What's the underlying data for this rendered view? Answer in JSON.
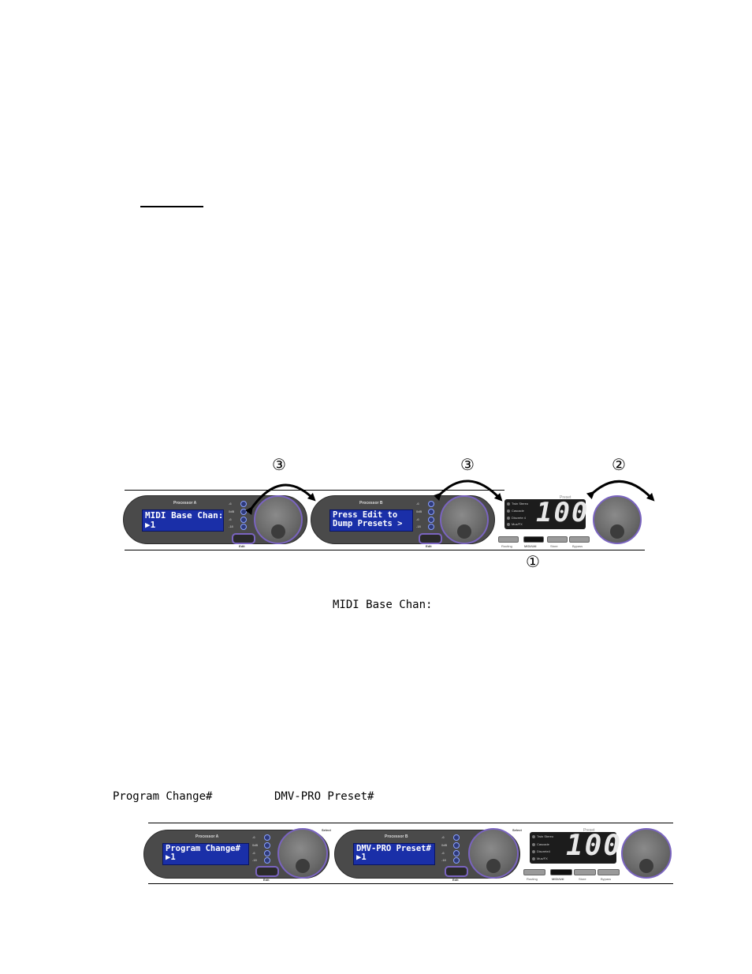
{
  "callouts": {
    "step3_a": "③",
    "step3_b": "③",
    "step2": "②",
    "step1": "①"
  },
  "strip1": {
    "processor_a": {
      "label": "Processor A",
      "lcd_line1": "MIDI Base Chan:",
      "lcd_line2": "▶1",
      "led_labels": [
        "-6",
        "0dB",
        "-6",
        "-18"
      ],
      "edit_label": "Edit"
    },
    "processor_b": {
      "label": "Processor B",
      "lcd_line1": "Press Edit to",
      "lcd_line2": "Dump Presets >",
      "led_labels": [
        "-6",
        "0dB",
        "-6",
        "-18"
      ],
      "edit_label": "Edit"
    },
    "master": {
      "options": [
        "Twin Stereo",
        "Cascade",
        "Discrete 4",
        "Mux/FX"
      ],
      "preset_label": "Preset",
      "display_value": "100",
      "buttons": [
        "Routing",
        "MIDI/Util",
        "Store",
        "Bypass"
      ]
    }
  },
  "caption_midi_base_chan": "MIDI Base Chan:",
  "caption_program_change": "Program Change#",
  "caption_dmv_preset": "DMV-PRO Preset#",
  "strip2": {
    "processor_a": {
      "label": "Processor A",
      "lcd_line1": "Program Change#",
      "lcd_line2": "▶1",
      "led_labels": [
        "-6",
        "0dB",
        "-6",
        "-18"
      ],
      "edit_label": "Edit",
      "select_label": "Select"
    },
    "processor_b": {
      "label": "Processor B",
      "lcd_line1": "DMV-PRO Preset#",
      "lcd_line2": "▶1",
      "led_labels": [
        "-6",
        "0dB",
        "-6",
        "-18"
      ],
      "edit_label": "Edit",
      "select_label": "Select"
    },
    "master": {
      "options": [
        "Twin Stereo",
        "Cascade",
        "Discrete4",
        "Mux/FX"
      ],
      "preset_label": "Preset",
      "display_value": "100",
      "buttons": [
        "Routing",
        "MIDI/Util",
        "Store",
        "Bypass"
      ]
    }
  }
}
